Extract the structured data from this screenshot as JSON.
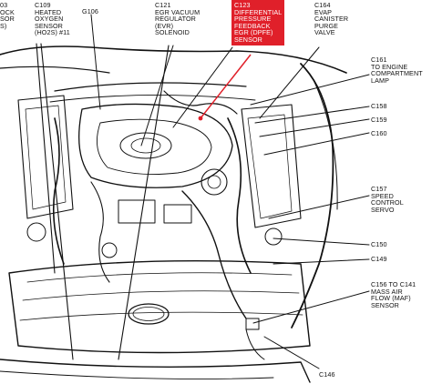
{
  "labels": {
    "tl_partial": "03\nOCK\nSOR\nS)",
    "c109": "C109\nHEATED\nOXYGEN\nSENSOR\n(HO2S) #11",
    "g106": "G106",
    "c121": "C121\nEGR VACUUM\nREGULATOR\n(EVR)\nSOLENOID",
    "c123": "C123\nDIFFERENTIAL\nPRESSURE\nFEEDBACK\nEGR (DPFE)\nSENSOR",
    "c164": "C164\nEVAP\nCANISTER\nPURGE\nVALVE",
    "c161": "C161\nTO ENGINE\nCOMPARTMENT\nLAMP",
    "c158": "C158",
    "c159": "C159",
    "c160": "C160",
    "c157": "C157\nSPEED\nCONTROL\nSERVO",
    "c150": "C150",
    "c149": "C149",
    "c156": "C156 TO C141\nMASS AIR\nFLOW (MAF)\nSENSOR",
    "c146": "C146",
    "left_s": "S)"
  },
  "colors": {
    "highlight": "#e0202a",
    "ink": "#111111",
    "background": "#ffffff"
  }
}
